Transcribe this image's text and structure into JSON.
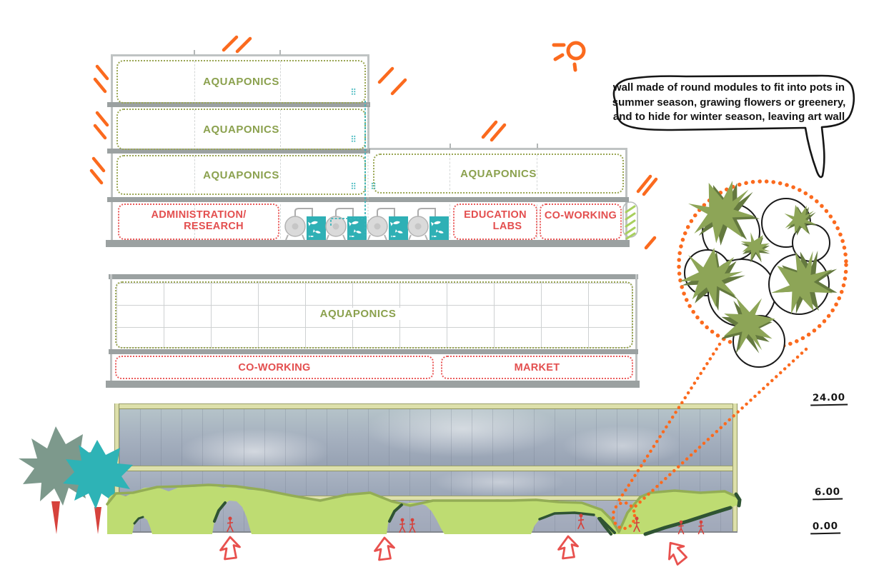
{
  "palette": {
    "accent_orange": "#fb6a1e",
    "label_green": "#8ba14e",
    "label_red": "#e34f4f",
    "slab_gray": "#9ba1a1",
    "tank_teal": "#2fb0b5",
    "green_wall": "#bedc72",
    "facade_frame_khaki": "#dde0ab",
    "tree_sage": "#7d998c",
    "tree_teal": "#2eb3b6",
    "trunk_red": "#d6423c"
  },
  "upper_building": {
    "floor_labels": [
      "AQUAPONICS",
      "AQUAPONICS",
      "AQUAPONICS"
    ],
    "wing_label": "AQUAPONICS",
    "admin": {
      "line1": "ADMINISTRATION/",
      "line2": "RESEARCH"
    },
    "education": {
      "line1": "EDUCATION",
      "line2": "LABS"
    },
    "coworking_label": "CO-WORKING"
  },
  "middle_building": {
    "aquaponics_label": "AQUAPONICS",
    "coworking_label": "CO-WORKING",
    "market_label": "MARKET"
  },
  "callout": {
    "lines": [
      "wall made of round modules to fit into pots in",
      "summer season,  grawing flowers or greenery,",
      "and to hide for winter season, leaving art wall"
    ]
  },
  "levels": [
    "24.00",
    "6.00",
    "0.00"
  ]
}
